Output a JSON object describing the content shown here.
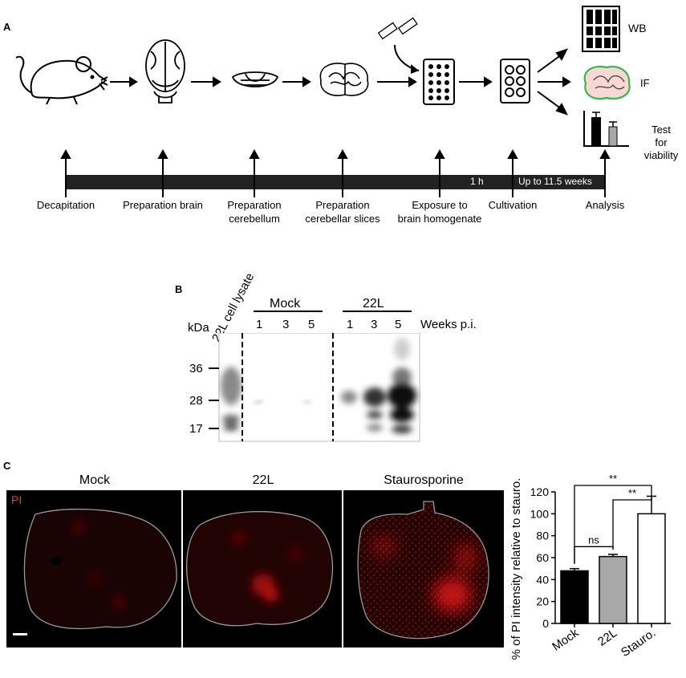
{
  "panelA": {
    "label": "A",
    "stages": [
      "Decapitation",
      "Preparation brain",
      "Preparation\ncerebellum",
      "Preparation\ncerebellar slices",
      "Exposure to\nbrain homogenate",
      "Cultivation",
      "Analysis"
    ],
    "timeline_label_1h": "1 h",
    "timeline_label_weeks": "Up to 11.5 weeks",
    "outcomes": {
      "wb": "WB",
      "if": "IF",
      "viability": "Test\nfor viability"
    }
  },
  "panelB": {
    "label": "B",
    "lane_lysate": "22L cell lysate",
    "group_mock": "Mock",
    "group_22l": "22L",
    "weeks_label": "Weeks p.i.",
    "weeks": [
      "1",
      "3",
      "5",
      "1",
      "3",
      "5"
    ],
    "kda_label": "kDa",
    "markers": [
      "36",
      "28",
      "17"
    ]
  },
  "panelC": {
    "label": "C",
    "images": [
      "Mock",
      "22L",
      "Staurosporine"
    ],
    "stain_label": "PI",
    "colors": {
      "stain": "#e8401a",
      "signal": "#d01010",
      "outline": "#9a9a9a"
    }
  },
  "chart_data": {
    "type": "bar",
    "categories": [
      "Mock",
      "22L",
      "Stauro."
    ],
    "values": [
      48,
      61,
      100
    ],
    "errors": [
      2,
      2,
      16
    ],
    "bar_colors": [
      "#000000",
      "#a8a8a8",
      "#ffffff"
    ],
    "ylabel": "% of PI intensity relative to stauro.",
    "ylim": [
      0,
      120
    ],
    "yticks": [
      "0",
      "20",
      "40",
      "60",
      "80",
      "100",
      "120"
    ],
    "significance": [
      {
        "from": "Mock",
        "to": "22L",
        "label": "ns"
      },
      {
        "from": "22L",
        "to": "Stauro.",
        "label": "**"
      },
      {
        "from": "Mock",
        "to": "Stauro.",
        "label": "**"
      }
    ]
  }
}
